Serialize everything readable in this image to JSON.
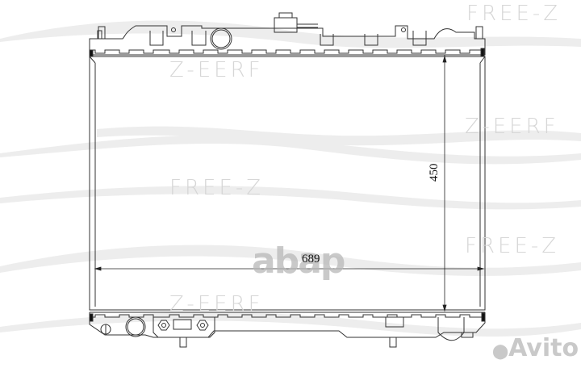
{
  "diagram": {
    "subject": "Radiator technical drawing",
    "dimensions": {
      "width_label": "689",
      "height_label": "450"
    },
    "watermarks": {
      "brand": "FREE-Z",
      "brand_mirrored": "Z-EERF",
      "marketplace": "Avito",
      "overlay": "abap"
    },
    "colors": {
      "line": "#333333",
      "watermark": "#d6d6d6",
      "wave": "#ececec",
      "background": "#ffffff"
    }
  }
}
